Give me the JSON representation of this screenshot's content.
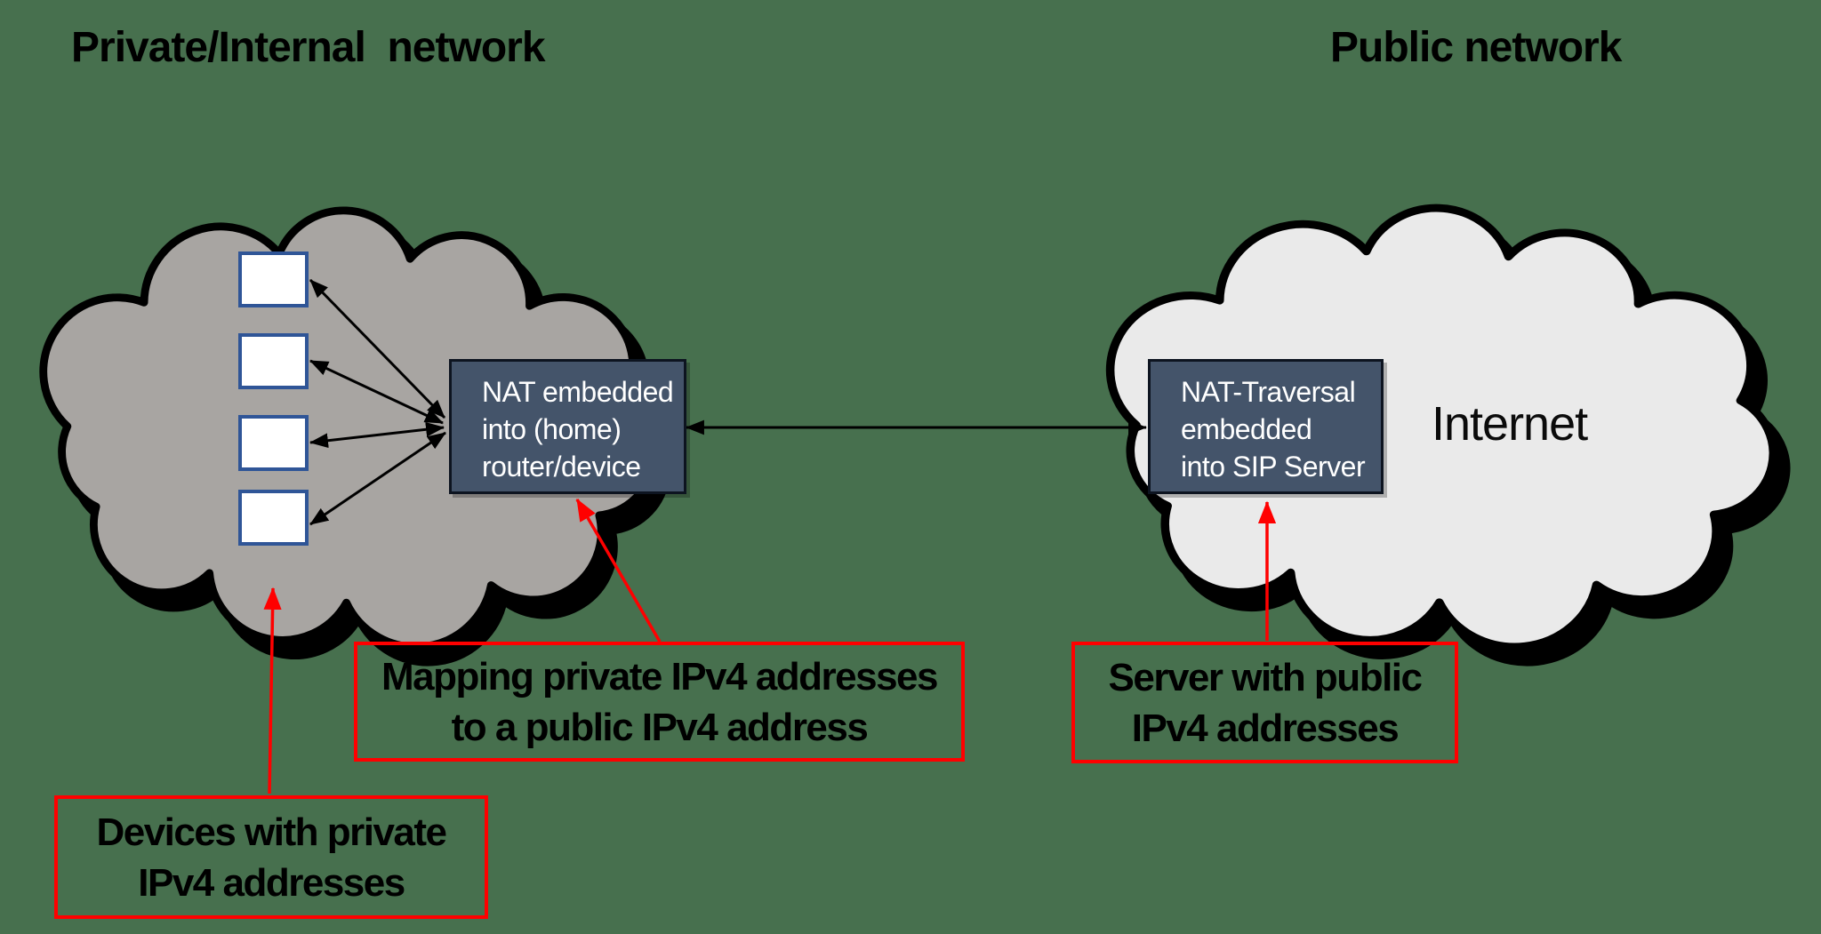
{
  "colors": {
    "background": "#47704E",
    "cloud-private": "#A8A5A2",
    "cloud-public": "#EAEAEA",
    "node-fill": "#44546A",
    "node-text": "#FFFFFF",
    "device-border": "#2F5597",
    "annotation-red": "#FF0000",
    "outline": "#000000",
    "text": "#000000"
  },
  "titles": {
    "private": "Private/Internal  network",
    "public": "Public network"
  },
  "clouds": {
    "public_label": "Internet"
  },
  "nodes": {
    "nat": {
      "label": "NAT embedded\ninto (home)\nrouter/device"
    },
    "nat_traversal": {
      "label": "NAT-Traversal\nembedded\ninto SIP Server"
    }
  },
  "devices": {
    "count": 4
  },
  "annotations": {
    "mapping": {
      "label": "Mapping private IPv4 addresses\nto a public IPv4 address"
    },
    "server": {
      "label": "Server with public\nIPv4 addresses"
    },
    "devices": {
      "label": "Devices with private\nIPv4 addresses"
    }
  }
}
